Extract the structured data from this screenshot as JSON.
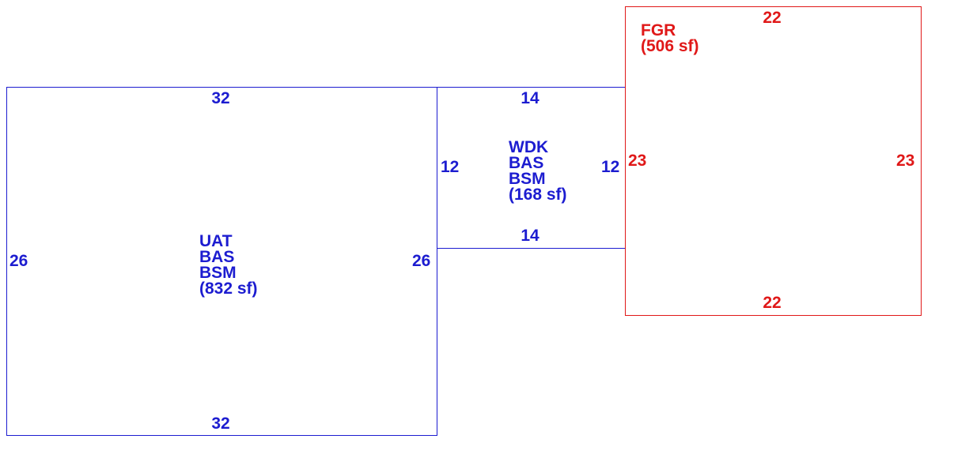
{
  "colors": {
    "existing": "#1c1cd0",
    "garage": "#e01818",
    "background": "#ffffff"
  },
  "areas": [
    {
      "id": "uat",
      "color": "existing",
      "lines": [
        "UAT",
        "BAS",
        "BSM",
        "(832 sf)"
      ],
      "dims": {
        "top": "32",
        "bottom": "32",
        "left": "26",
        "right": "26"
      }
    },
    {
      "id": "wdk",
      "color": "existing",
      "lines": [
        "WDK",
        "BAS",
        "BSM",
        "(168 sf)"
      ],
      "dims": {
        "top": "14",
        "bottom": "14",
        "left": "12",
        "right": "12"
      }
    },
    {
      "id": "fgr",
      "color": "garage",
      "lines": [
        "FGR",
        "(506 sf)"
      ],
      "dims": {
        "top": "22",
        "bottom": "22",
        "left": "23",
        "right": "23"
      }
    }
  ]
}
